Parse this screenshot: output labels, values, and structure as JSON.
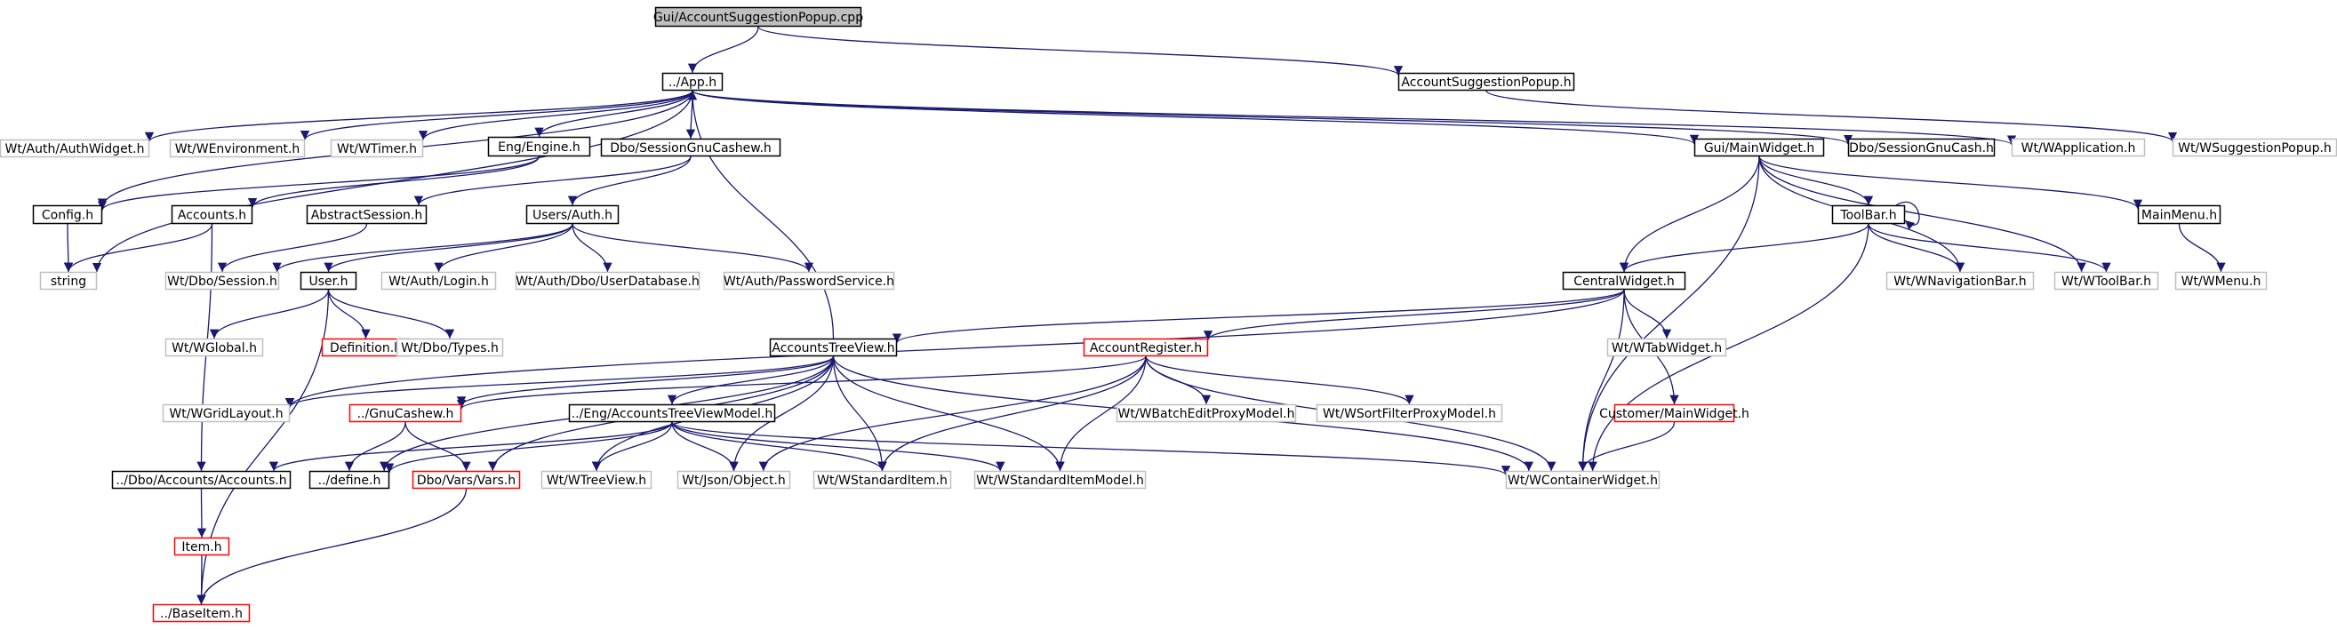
{
  "colors": {
    "root_fill": "#bfbfbf",
    "node_border": "#000000",
    "external_border": "#bfbfbf",
    "incomplete_border": "#ff0000",
    "edge": "#191970",
    "background": "#ffffff"
  },
  "nodes": [
    {
      "id": "root",
      "label": "Gui/AccountSuggestionPopup.cpp",
      "kind": "root"
    },
    {
      "id": "app",
      "label": "../App.h",
      "kind": "normal"
    },
    {
      "id": "asp",
      "label": "AccountSuggestionPopup.h",
      "kind": "normal"
    },
    {
      "id": "authwidget",
      "label": "Wt/Auth/AuthWidget.h",
      "kind": "external"
    },
    {
      "id": "wenv",
      "label": "Wt/WEnvironment.h",
      "kind": "external"
    },
    {
      "id": "wtimer",
      "label": "Wt/WTimer.h",
      "kind": "external"
    },
    {
      "id": "engine",
      "label": "Eng/Engine.h",
      "kind": "normal"
    },
    {
      "id": "sgncw",
      "label": "Dbo/SessionGnuCashew.h",
      "kind": "normal"
    },
    {
      "id": "mainwidget",
      "label": "Gui/MainWidget.h",
      "kind": "normal"
    },
    {
      "id": "sgnc",
      "label": "Dbo/SessionGnuCash.h",
      "kind": "normal"
    },
    {
      "id": "wapp",
      "label": "Wt/WApplication.h",
      "kind": "external"
    },
    {
      "id": "wsugg",
      "label": "Wt/WSuggestionPopup.h",
      "kind": "external"
    },
    {
      "id": "config",
      "label": "Config.h",
      "kind": "normal"
    },
    {
      "id": "accounts",
      "label": "Accounts.h",
      "kind": "normal"
    },
    {
      "id": "abstractsession",
      "label": "AbstractSession.h",
      "kind": "normal"
    },
    {
      "id": "usersauth",
      "label": "Users/Auth.h",
      "kind": "normal"
    },
    {
      "id": "toolbar",
      "label": "ToolBar.h",
      "kind": "normal"
    },
    {
      "id": "mainmenu",
      "label": "MainMenu.h",
      "kind": "normal"
    },
    {
      "id": "string",
      "label": "string",
      "kind": "external"
    },
    {
      "id": "session",
      "label": "Wt/Dbo/Session.h",
      "kind": "external"
    },
    {
      "id": "user",
      "label": "User.h",
      "kind": "normal"
    },
    {
      "id": "login",
      "label": "Wt/Auth/Login.h",
      "kind": "external"
    },
    {
      "id": "userdb",
      "label": "Wt/Auth/Dbo/UserDatabase.h",
      "kind": "external"
    },
    {
      "id": "pwservice",
      "label": "Wt/Auth/PasswordService.h",
      "kind": "external"
    },
    {
      "id": "central",
      "label": "CentralWidget.h",
      "kind": "normal"
    },
    {
      "id": "wnavbar",
      "label": "Wt/WNavigationBar.h",
      "kind": "external"
    },
    {
      "id": "wtoolbar",
      "label": "Wt/WToolBar.h",
      "kind": "external"
    },
    {
      "id": "wmenu",
      "label": "Wt/WMenu.h",
      "kind": "external"
    },
    {
      "id": "wglobal",
      "label": "Wt/WGlobal.h",
      "kind": "external"
    },
    {
      "id": "definition",
      "label": "Definition.h",
      "kind": "incomplete"
    },
    {
      "id": "dbotypes",
      "label": "Wt/Dbo/Types.h",
      "kind": "external"
    },
    {
      "id": "atv",
      "label": "AccountsTreeView.h",
      "kind": "normal"
    },
    {
      "id": "accreg",
      "label": "AccountRegister.h",
      "kind": "incomplete"
    },
    {
      "id": "wtab",
      "label": "Wt/WTabWidget.h",
      "kind": "external"
    },
    {
      "id": "wgrid",
      "label": "Wt/WGridLayout.h",
      "kind": "external"
    },
    {
      "id": "gnucashew",
      "label": "../GnuCashew.h",
      "kind": "incomplete"
    },
    {
      "id": "atvm",
      "label": "../Eng/AccountsTreeViewModel.h",
      "kind": "normal"
    },
    {
      "id": "wbatch",
      "label": "Wt/WBatchEditProxyModel.h",
      "kind": "external"
    },
    {
      "id": "wsort",
      "label": "Wt/WSortFilterProxyModel.h",
      "kind": "external"
    },
    {
      "id": "custmain",
      "label": "Customer/MainWidget.h",
      "kind": "incomplete"
    },
    {
      "id": "dboaccounts",
      "label": "../Dbo/Accounts/Accounts.h",
      "kind": "normal"
    },
    {
      "id": "define",
      "label": "../define.h",
      "kind": "normal"
    },
    {
      "id": "vars",
      "label": "Dbo/Vars/Vars.h",
      "kind": "incomplete"
    },
    {
      "id": "wtreeview",
      "label": "Wt/WTreeView.h",
      "kind": "external"
    },
    {
      "id": "json",
      "label": "Wt/Json/Object.h",
      "kind": "external"
    },
    {
      "id": "wstditem",
      "label": "Wt/WStandardItem.h",
      "kind": "external"
    },
    {
      "id": "wstdmodel",
      "label": "Wt/WStandardItemModel.h",
      "kind": "external"
    },
    {
      "id": "wcontainer",
      "label": "Wt/WContainerWidget.h",
      "kind": "external"
    },
    {
      "id": "item",
      "label": "Item.h",
      "kind": "incomplete"
    },
    {
      "id": "baseitem",
      "label": "../BaseItem.h",
      "kind": "incomplete"
    }
  ],
  "edges": [
    [
      "root",
      "app"
    ],
    [
      "root",
      "asp"
    ],
    [
      "app",
      "authwidget"
    ],
    [
      "app",
      "wenv"
    ],
    [
      "app",
      "wtimer"
    ],
    [
      "app",
      "engine"
    ],
    [
      "app",
      "sgncw"
    ],
    [
      "app",
      "mainwidget"
    ],
    [
      "app",
      "sgnc"
    ],
    [
      "app",
      "wapp"
    ],
    [
      "app",
      "config"
    ],
    [
      "app",
      "string"
    ],
    [
      "asp",
      "wsugg"
    ],
    [
      "engine",
      "config"
    ],
    [
      "engine",
      "accounts"
    ],
    [
      "sgncw",
      "abstractsession"
    ],
    [
      "sgncw",
      "usersauth"
    ],
    [
      "mainwidget",
      "central"
    ],
    [
      "mainwidget",
      "toolbar"
    ],
    [
      "mainwidget",
      "mainmenu"
    ],
    [
      "mainwidget",
      "wnavbar"
    ],
    [
      "mainwidget",
      "wtoolbar"
    ],
    [
      "mainwidget",
      "wcontainer"
    ],
    [
      "config",
      "string"
    ],
    [
      "accounts",
      "string"
    ],
    [
      "accounts",
      "dboaccounts"
    ],
    [
      "abstractsession",
      "session"
    ],
    [
      "usersauth",
      "session"
    ],
    [
      "usersauth",
      "user"
    ],
    [
      "usersauth",
      "login"
    ],
    [
      "usersauth",
      "userdb"
    ],
    [
      "usersauth",
      "pwservice"
    ],
    [
      "toolbar",
      "toolbar"
    ],
    [
      "toolbar",
      "central"
    ],
    [
      "toolbar",
      "wnavbar"
    ],
    [
      "toolbar",
      "wtoolbar"
    ],
    [
      "toolbar",
      "wcontainer"
    ],
    [
      "mainmenu",
      "wmenu"
    ],
    [
      "user",
      "wglobal"
    ],
    [
      "user",
      "definition"
    ],
    [
      "user",
      "dbotypes"
    ],
    [
      "user",
      "baseitem"
    ],
    [
      "central",
      "atv"
    ],
    [
      "central",
      "accreg"
    ],
    [
      "central",
      "wtab"
    ],
    [
      "central",
      "custmain"
    ],
    [
      "central",
      "wgrid"
    ],
    [
      "central",
      "wcontainer"
    ],
    [
      "atv",
      "wgrid"
    ],
    [
      "atv",
      "gnucashew"
    ],
    [
      "atv",
      "atvm"
    ],
    [
      "atv",
      "define"
    ],
    [
      "atv",
      "vars"
    ],
    [
      "atv",
      "wtreeview"
    ],
    [
      "atv",
      "json"
    ],
    [
      "atv",
      "wstditem"
    ],
    [
      "atv",
      "wstdmodel"
    ],
    [
      "atv",
      "wcontainer"
    ],
    [
      "atv",
      "app"
    ],
    [
      "accreg",
      "gnucashew"
    ],
    [
      "accreg",
      "wbatch"
    ],
    [
      "accreg",
      "wsort"
    ],
    [
      "accreg",
      "json"
    ],
    [
      "accreg",
      "wstditem"
    ],
    [
      "accreg",
      "wstdmodel"
    ],
    [
      "accreg",
      "wcontainer"
    ],
    [
      "gnucashew",
      "define"
    ],
    [
      "gnucashew",
      "vars"
    ],
    [
      "atvm",
      "dboaccounts"
    ],
    [
      "atvm",
      "define"
    ],
    [
      "atvm",
      "wtreeview"
    ],
    [
      "atvm",
      "json"
    ],
    [
      "atvm",
      "wstditem"
    ],
    [
      "atvm",
      "wstdmodel"
    ],
    [
      "atvm",
      "wcontainer"
    ],
    [
      "custmain",
      "wcontainer"
    ],
    [
      "dboaccounts",
      "item"
    ],
    [
      "item",
      "baseitem"
    ],
    [
      "vars",
      "baseitem"
    ]
  ]
}
